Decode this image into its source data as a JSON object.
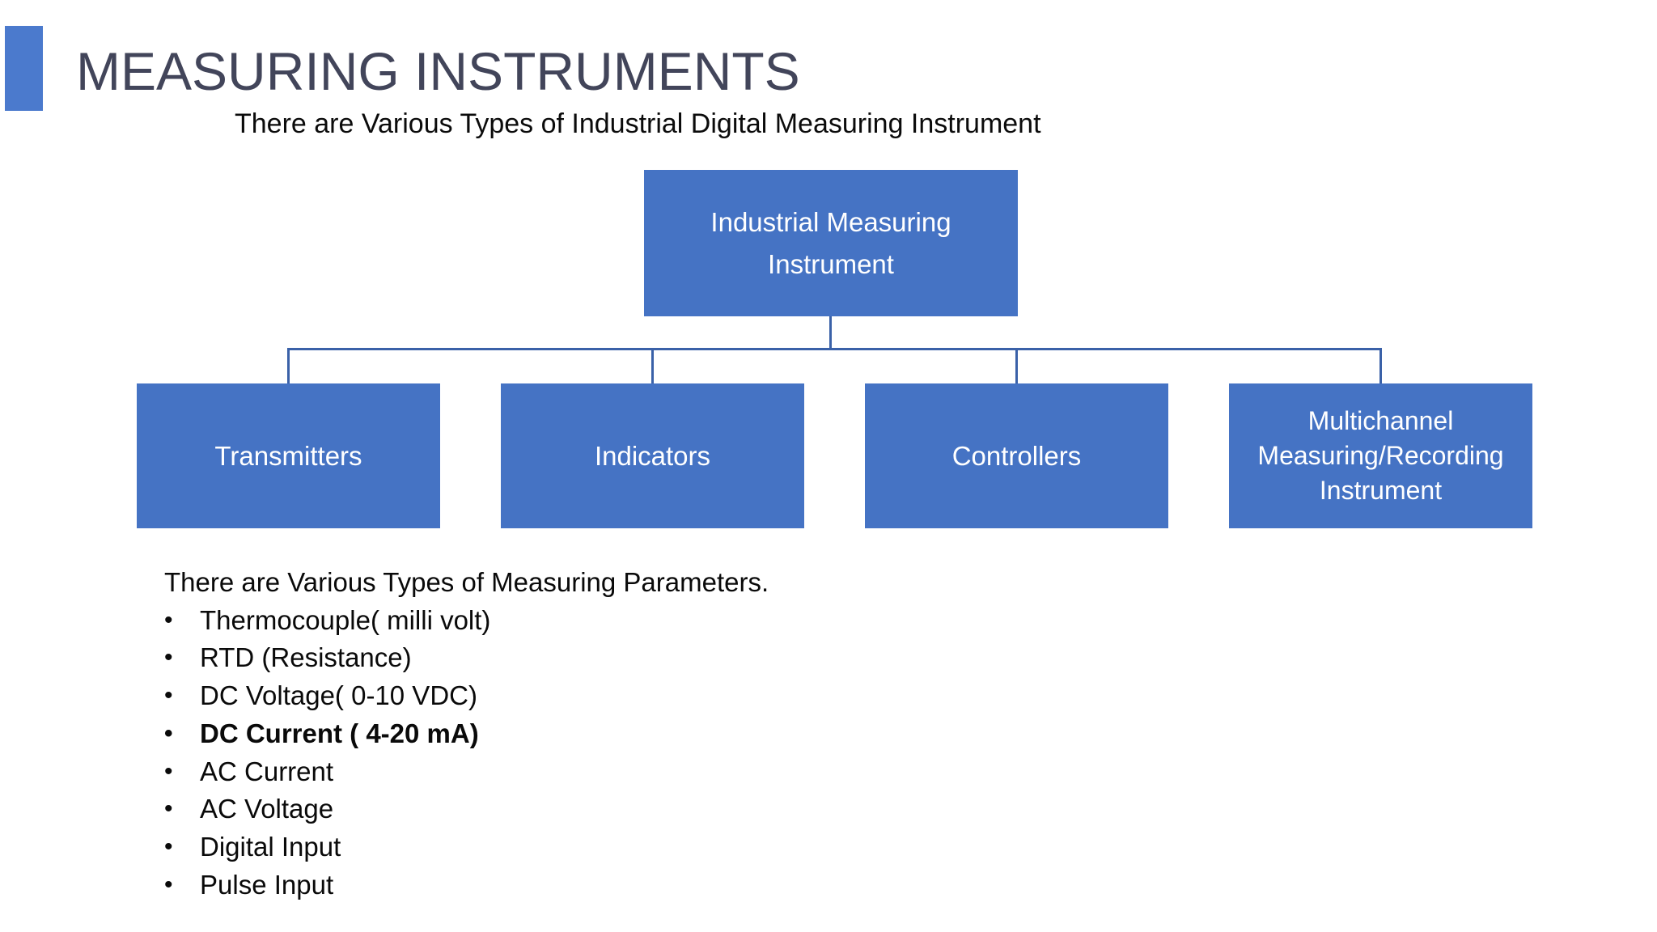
{
  "slide": {
    "title": "MEASURING INSTRUMENTS",
    "subtitle": "There are Various Types of Industrial Digital Measuring Instrument"
  },
  "diagram": {
    "root": {
      "label": "Industrial Measuring Instrument",
      "lines": [
        "Industrial Measuring",
        "Instrument"
      ]
    },
    "children": [
      {
        "label": "Transmitters"
      },
      {
        "label": "Indicators"
      },
      {
        "label": "Controllers"
      },
      {
        "label": "Multichannel Measuring/Recording Instrument",
        "lines": [
          "Multichannel",
          "Measuring/Recording",
          "Instrument"
        ]
      }
    ]
  },
  "parameters": {
    "intro": "There are Various Types of Measuring Parameters.",
    "bullet_glyph": "•",
    "items": [
      {
        "text": "Thermocouple( milli volt)",
        "bold": false
      },
      {
        "text": "RTD (Resistance)",
        "bold": false
      },
      {
        "text": "DC Voltage( 0-10 VDC)",
        "bold": false
      },
      {
        "text": "DC Current ( 4-20 mA)",
        "bold": true
      },
      {
        "text": "AC Current",
        "bold": false
      },
      {
        "text": "AC Voltage",
        "bold": false
      },
      {
        "text": "Digital Input",
        "bold": false
      },
      {
        "text": "Pulse Input",
        "bold": false
      }
    ]
  },
  "colors": {
    "box_blue": "#4573C4",
    "connector_blue": "#3A61A8",
    "accent_bar_blue": "#4B7ACD",
    "title_color": "#42455A",
    "body_text": "#0A0A0A"
  }
}
